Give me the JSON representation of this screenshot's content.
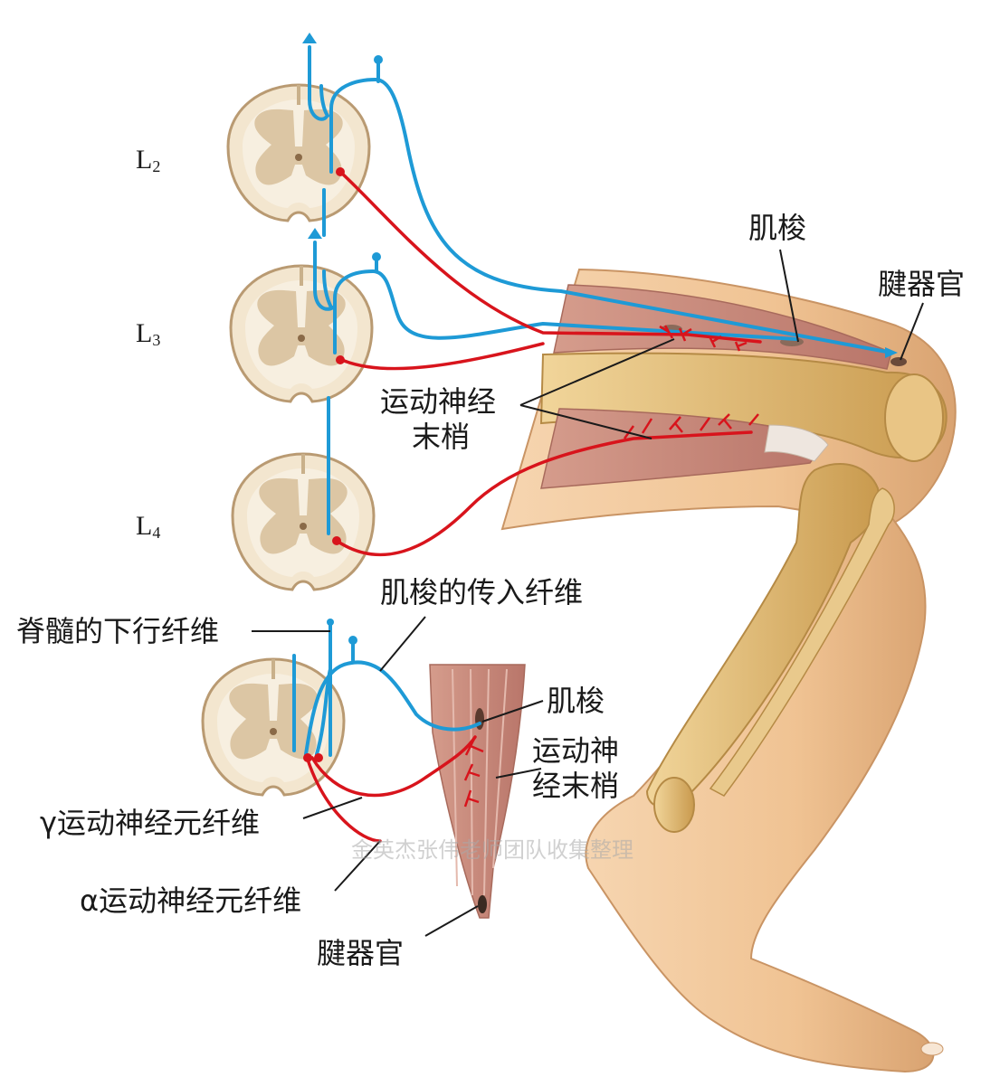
{
  "segments": [
    {
      "name": "L",
      "sub": "2"
    },
    {
      "name": "L",
      "sub": "3"
    },
    {
      "name": "L",
      "sub": "4"
    }
  ],
  "labels": {
    "muscle_spindle_top": "肌梭",
    "tendon_organ_top": "腱器官",
    "motor_nerve_endings_top": [
      "运动神经",
      "末梢"
    ],
    "spindle_afferent": "肌梭的传入纤维",
    "descending_fibers": "脊髓的下行纤维",
    "muscle_spindle_bottom": "肌梭",
    "motor_nerve_endings_bottom": [
      "运动神",
      "经末梢"
    ],
    "gamma_fibers": "γ运动神经元纤维",
    "alpha_fibers": "α运动神经元纤维",
    "tendon_organ_bottom": "腱器官"
  },
  "watermark": "金英杰张伟老师团队收集整理",
  "colors": {
    "afferent": "#1e9ad6",
    "efferent": "#d8141c",
    "cord_outer": "#f3e6cf",
    "cord_grey": "#d9c4a3",
    "skin": "#f2c89a",
    "muscle": "#c98a7a",
    "bone": "#e7c37f"
  }
}
